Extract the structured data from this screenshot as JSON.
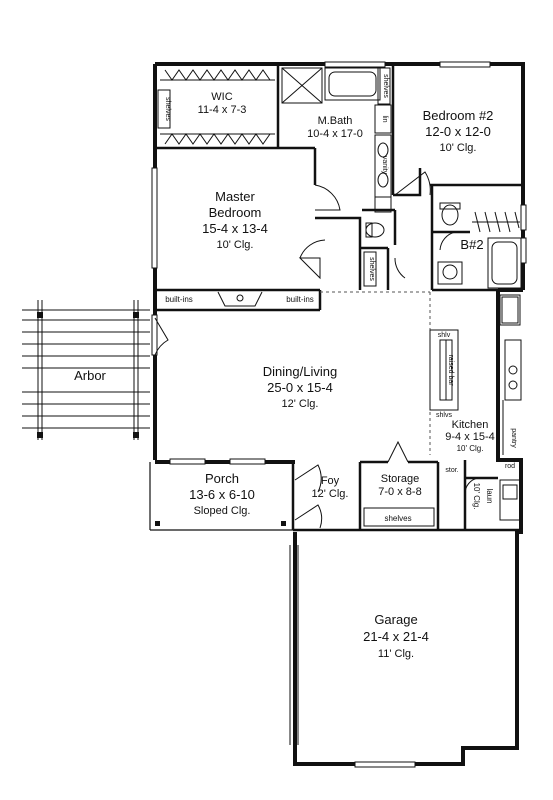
{
  "rooms": {
    "wic": {
      "name": "WIC",
      "dims": "11-4 x 7-3",
      "shelves": "shelves"
    },
    "mbath": {
      "name": "M.Bath",
      "dims": "10-4 x 17-0",
      "shelves": "shelves",
      "lin": "lin",
      "vanity": "vanity"
    },
    "bedroom2": {
      "name": "Bedroom #2",
      "dims": "12-0 x 12-0",
      "clg": "10' Clg."
    },
    "master": {
      "name1": "Master",
      "name2": "Bedroom",
      "dims": "15-4 x 13-4",
      "clg": "10' Clg."
    },
    "bath2": {
      "name": "B#2"
    },
    "hall": {
      "shelves": "shelves"
    },
    "builtins": {
      "left": "built-ins",
      "right": "built-ins"
    },
    "arbor": {
      "name": "Arbor"
    },
    "living": {
      "name": "Dining/Living",
      "dims": "25-0 x 15-4",
      "clg": "12' Clg."
    },
    "kitchen": {
      "name": "Kitchen",
      "dims": "9-4 x 15-4",
      "clg": "10' Clg.",
      "pantry": "pantry",
      "bar": "raised bar",
      "shlv_top": "shlv",
      "shlv_bottom": "shlvs"
    },
    "porch": {
      "name": "Porch",
      "dims": "13-6 x 6-10",
      "clg": "Sloped Clg."
    },
    "foyer": {
      "name": "Foy",
      "clg": "12' Clg."
    },
    "storage": {
      "name": "Storage",
      "dims": "7-0 x 8-8",
      "shelves": "shelves"
    },
    "laundry": {
      "name": "laun",
      "clg": "10' Clg.",
      "stor": "stor.",
      "rod": "rod"
    },
    "garage": {
      "name": "Garage",
      "dims": "21-4 x 21-4",
      "clg": "11' Clg."
    }
  }
}
